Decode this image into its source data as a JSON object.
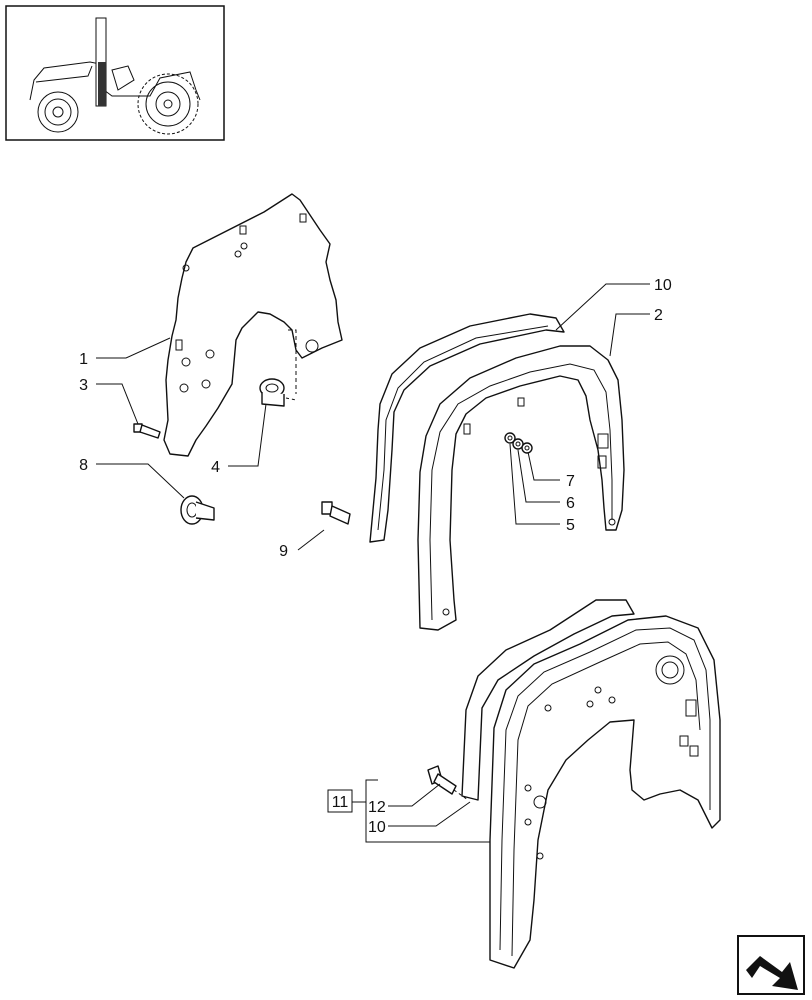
{
  "callouts": {
    "c1": "1",
    "c2": "2",
    "c3": "3",
    "c4": "4",
    "c5": "5",
    "c6": "6",
    "c7": "7",
    "c8": "8",
    "c9": "9",
    "c10_top": "10",
    "c10_bottom": "10",
    "c11": "11",
    "c12": "12"
  },
  "icons": {
    "thumbnail": "tractor-thumbnail",
    "nav": "next-page-arrow-icon"
  }
}
